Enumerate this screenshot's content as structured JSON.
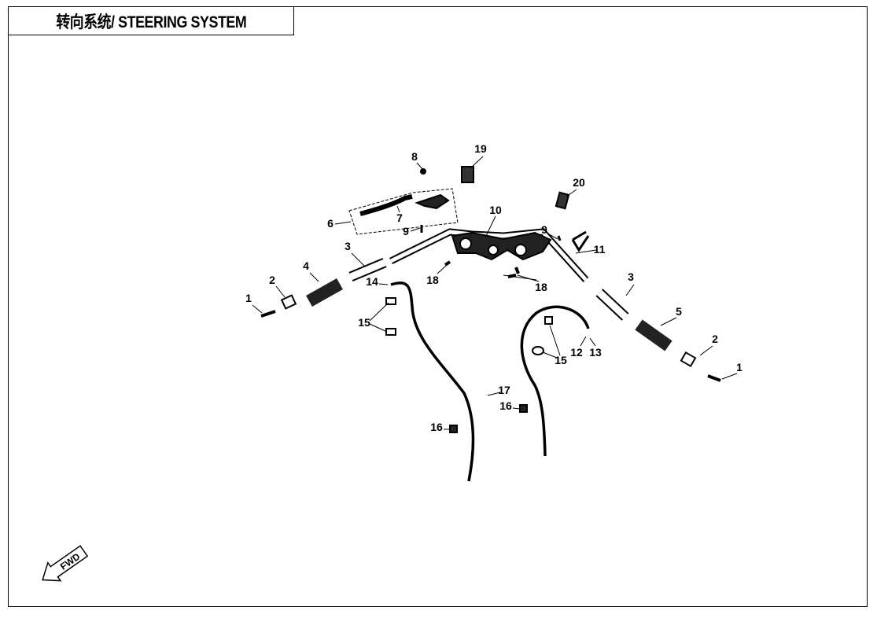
{
  "title": "转向系统/ STEERING SYSTEM",
  "fwd_label": "FWD",
  "callouts": [
    "1",
    "2",
    "3",
    "4",
    "5",
    "6",
    "7",
    "8",
    "9",
    "9",
    "10",
    "11",
    "12",
    "13",
    "14",
    "15",
    "15",
    "16",
    "16",
    "17",
    "18",
    "18",
    "19",
    "20",
    "2",
    "1",
    "3"
  ]
}
